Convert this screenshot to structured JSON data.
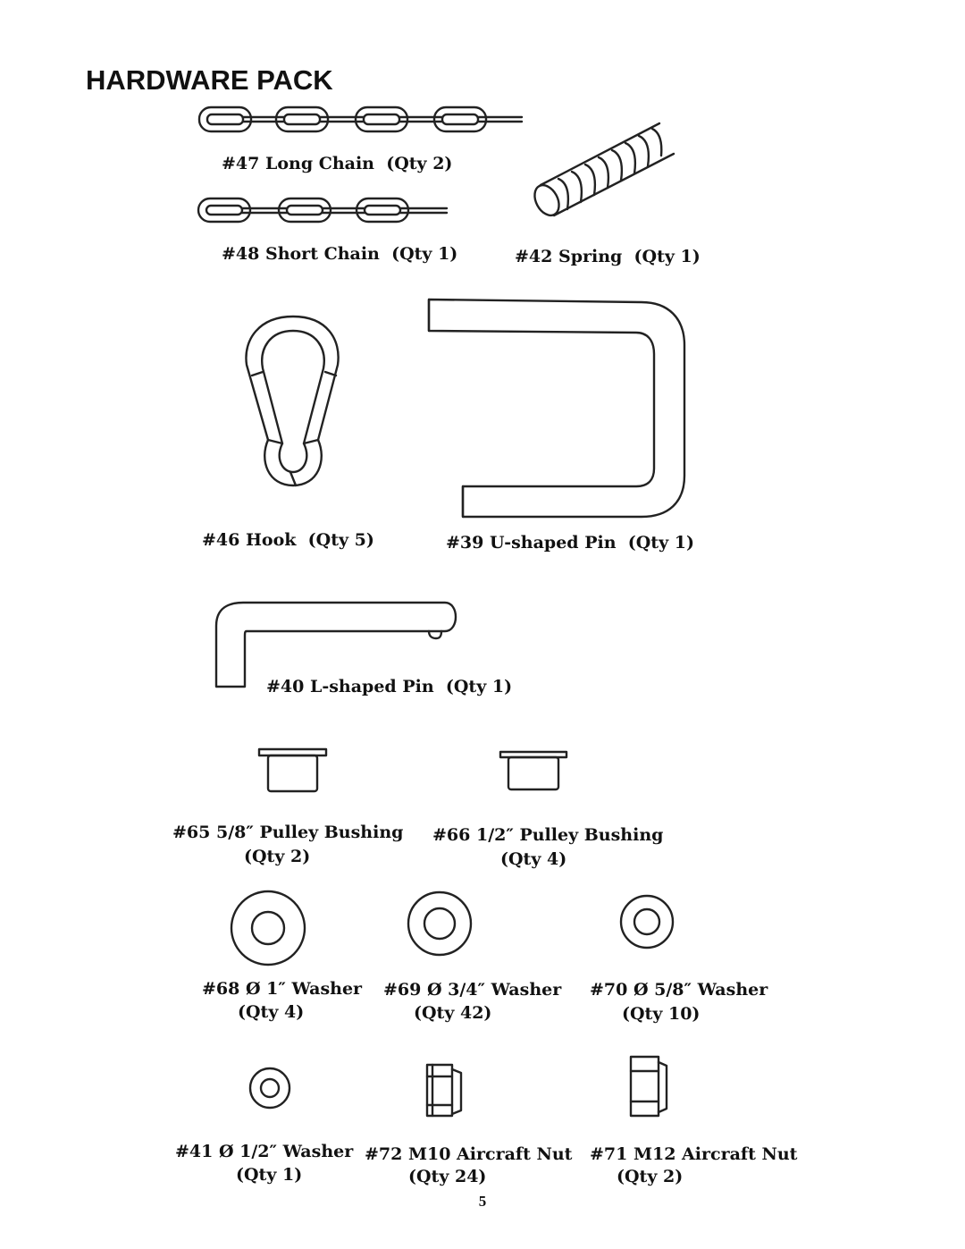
{
  "page_title": "HARDWARE PACK",
  "parts": {
    "p47": {
      "name": "#47 Long Chain",
      "qty": "(Qty 2)"
    },
    "p48": {
      "name": "#48 Short Chain",
      "qty": "(Qty 1)"
    },
    "p42": {
      "name": "#42 Spring",
      "qty": "(Qty 1)"
    },
    "p46": {
      "name": "#46 Hook",
      "qty": "(Qty 5)"
    },
    "p39": {
      "name": "#39 U-shaped Pin",
      "qty": "(Qty 1)"
    },
    "p40": {
      "name": "#40 L-shaped Pin",
      "qty": "(Qty 1)"
    },
    "p65": {
      "name": "#65 5/8″ Pulley Bushing",
      "qty": "(Qty 2)"
    },
    "p66": {
      "name": "#66 1/2″ Pulley Bushing",
      "qty": "(Qty 4)"
    },
    "p68": {
      "name": "#68 Ø 1″ Washer",
      "qty": "(Qty 4)"
    },
    "p69": {
      "name": "#69 Ø 3/4″ Washer",
      "qty": "(Qty 42)"
    },
    "p70": {
      "name": "#70 Ø 5/8″ Washer",
      "qty": "(Qty 10)"
    },
    "p41": {
      "name": "#41 Ø 1/2″ Washer",
      "qty": "(Qty 1)"
    },
    "p72": {
      "name": "#72 M10 Aircraft Nut",
      "qty": "(Qty 24)"
    },
    "p71": {
      "name": "#71 M12 Aircraft Nut",
      "qty": "(Qty 2)"
    }
  },
  "page_number": "5"
}
